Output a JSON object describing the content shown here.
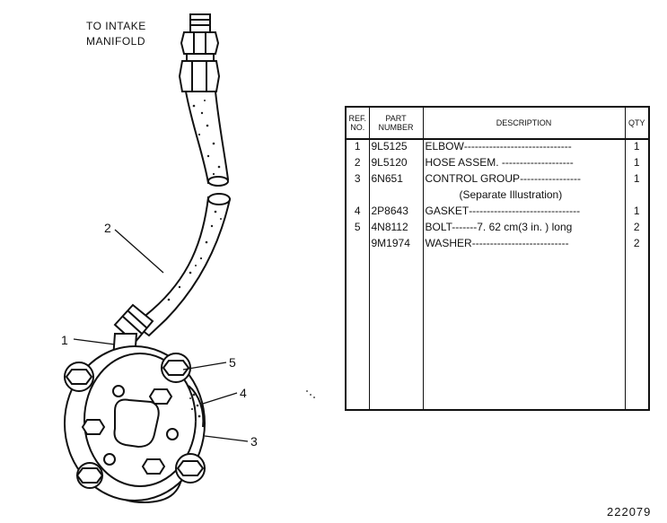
{
  "diagram": {
    "intake_label_line1": "TO INTAKE",
    "intake_label_line2": "MANIFOLD",
    "callouts": [
      "1",
      "2",
      "3",
      "4",
      "5"
    ],
    "figure_number": "222079"
  },
  "table": {
    "headers": {
      "ref_line1": "REF.",
      "ref_line2": "NO.",
      "part_line1": "PART",
      "part_line2": "NUMBER",
      "description": "DESCRIPTION",
      "qty": "QTY"
    },
    "rows": [
      {
        "ref": "1",
        "part": "9L5125",
        "desc": "ELBOW",
        "qty": "1"
      },
      {
        "ref": "2",
        "part": "9L5120",
        "desc": "HOSE ASSEM.",
        "qty": "1"
      },
      {
        "ref": "3",
        "part": "6N651",
        "desc": "CONTROL GROUP",
        "qty": "1"
      },
      {
        "ref": "",
        "part": "",
        "desc": "(Separate Illustration)",
        "qty": ""
      },
      {
        "ref": "4",
        "part": "2P8643",
        "desc": "GASKET",
        "qty": "1"
      },
      {
        "ref": "5",
        "part": "4N8112",
        "desc": "BOLT-------7. 62 cm(3 in. ) long",
        "qty": "2"
      },
      {
        "ref": "",
        "part": "9M1974",
        "desc": "WASHER",
        "qty": "2"
      }
    ]
  }
}
